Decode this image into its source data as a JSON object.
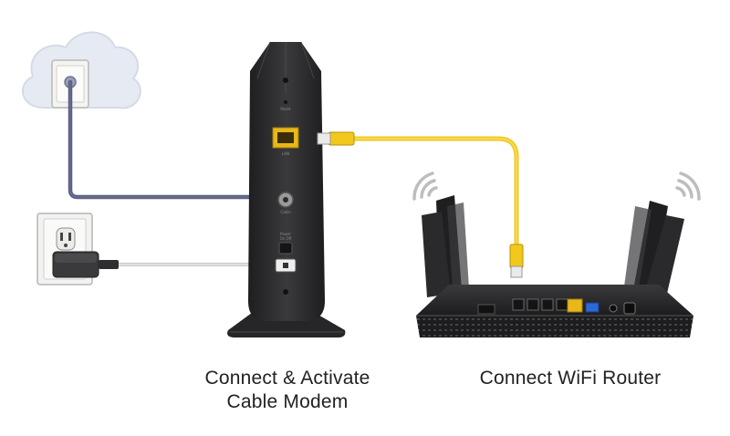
{
  "captions": {
    "modem_line1": "Connect & Activate",
    "modem_line2": "Cable Modem",
    "router": "Connect WiFi Router"
  },
  "modem_port_labels": {
    "reset": "Reset",
    "lan": "LAN",
    "cable": "Cable",
    "power": "Power",
    "power_state": "On  Off"
  },
  "colors": {
    "coax_cable": "#5a5f80",
    "ethernet_cable": "#f2c81c",
    "device_body": "#2b2b2d",
    "cloud": "#e6ebf3",
    "wifi_signal": "#bdbdbd"
  },
  "icons": {
    "cloud": "cloud-icon",
    "wall_coax_outlet": "coax-outlet-icon",
    "wall_power_outlet": "power-outlet-icon",
    "wifi_left": "wifi-signal-icon",
    "wifi_right": "wifi-signal-icon"
  }
}
